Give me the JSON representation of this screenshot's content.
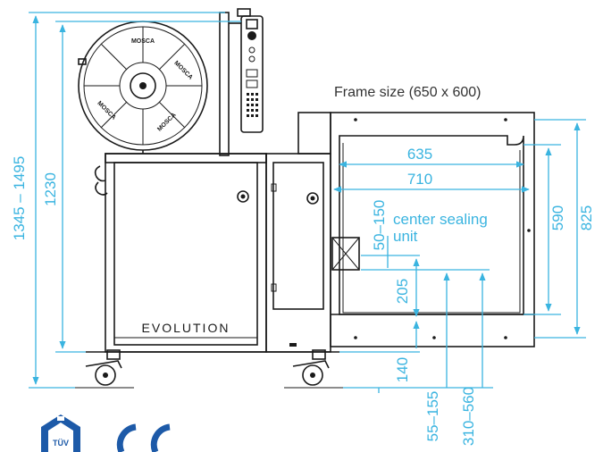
{
  "frame_size_label": "Frame size  (650 x 600)",
  "brand_label": "EVOLUTION",
  "reel_brand": "MOSCA",
  "colors": {
    "dimension": "#3ab4e0",
    "drawing": "#1a1a1a",
    "cert_blue": "#1d5aa8"
  },
  "dimensions": {
    "overall_height": "1345 – 1495",
    "height": "1230",
    "width_inner": "635",
    "width_outer": "710",
    "top_offset": "50–150",
    "sealing_label_1": "center sealing",
    "sealing_label_2": "unit",
    "frame_height": "590",
    "frame_outer_height": "825",
    "sealing_height": "205",
    "base_height": "140",
    "range_1": "55–155",
    "range_2": "310–560"
  },
  "certifications": {
    "tuv": "TÜV",
    "ce": "CE"
  }
}
